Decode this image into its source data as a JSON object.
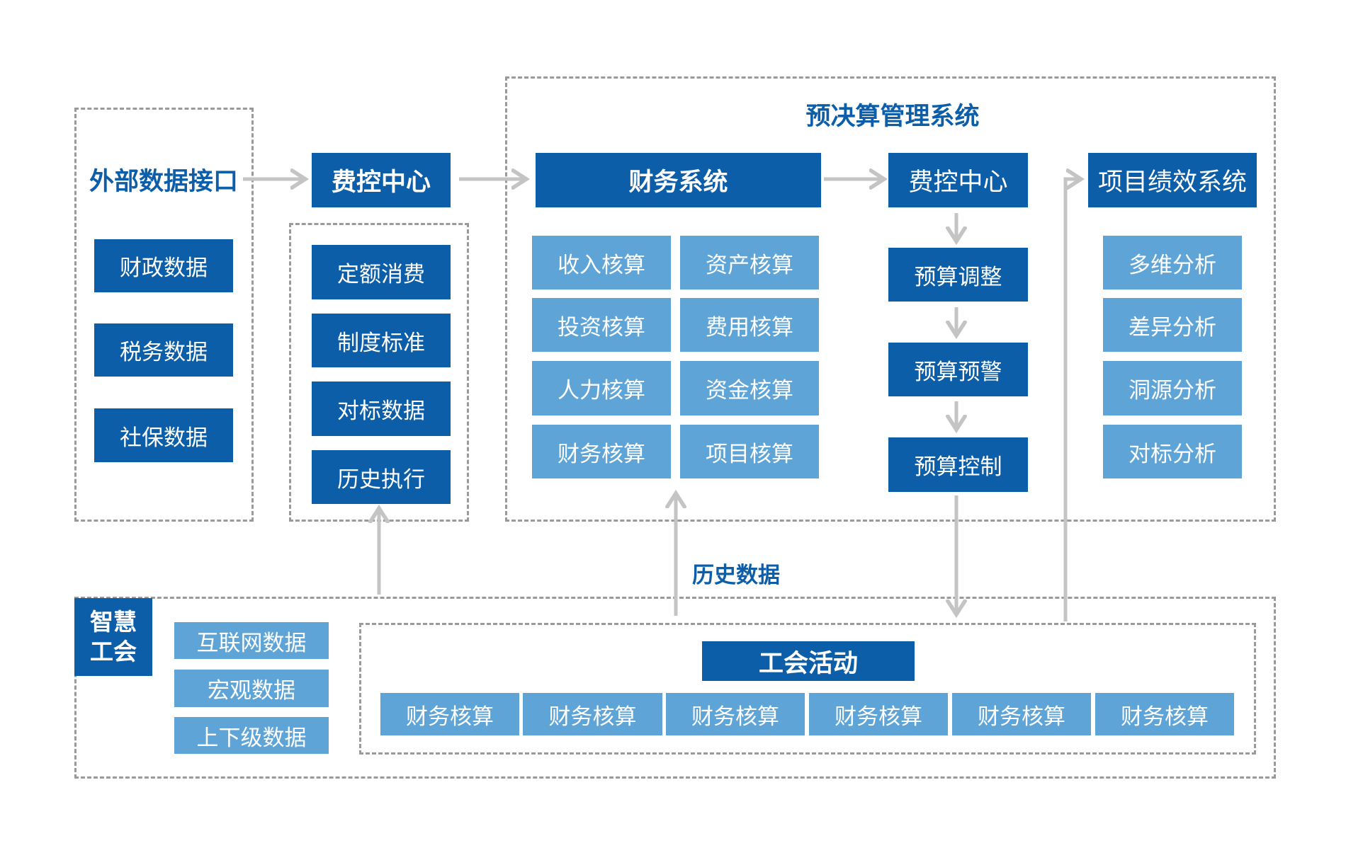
{
  "colors": {
    "dark_blue": "#0c5ea8",
    "light_blue": "#5fa4d7",
    "dash_gray": "#9a9a9a",
    "arrow_gray": "#c4c4c4"
  },
  "external": {
    "title": "外部数据接口",
    "items": [
      "财政数据",
      "税务数据",
      "社保数据"
    ]
  },
  "cost_center_left": {
    "title": "费控中心",
    "items": [
      "定额消费",
      "制度标准",
      "对标数据",
      "历史执行"
    ]
  },
  "budget_system": {
    "title": "预决算管理系统",
    "finance": {
      "title": "财务系统",
      "items": [
        "收入核算",
        "资产核算",
        "投资核算",
        "费用核算",
        "人力核算",
        "资金核算",
        "财务核算",
        "项目核算"
      ]
    },
    "cost_center": {
      "title": "费控中心",
      "items": [
        "预算调整",
        "预算预警",
        "预算控制"
      ]
    },
    "performance": {
      "title": "项目绩效系统",
      "items": [
        "多维分析",
        "差异分析",
        "洞源分析",
        "对标分析"
      ]
    }
  },
  "history_label": "历史数据",
  "smart_union": {
    "title_line1": "智慧",
    "title_line2": "工会",
    "items": [
      "互联网数据",
      "宏观数据",
      "上下级数据"
    ],
    "activities": {
      "title": "工会活动",
      "items": [
        "财务核算",
        "财务核算",
        "财务核算",
        "财务核算",
        "财务核算",
        "财务核算"
      ]
    }
  }
}
